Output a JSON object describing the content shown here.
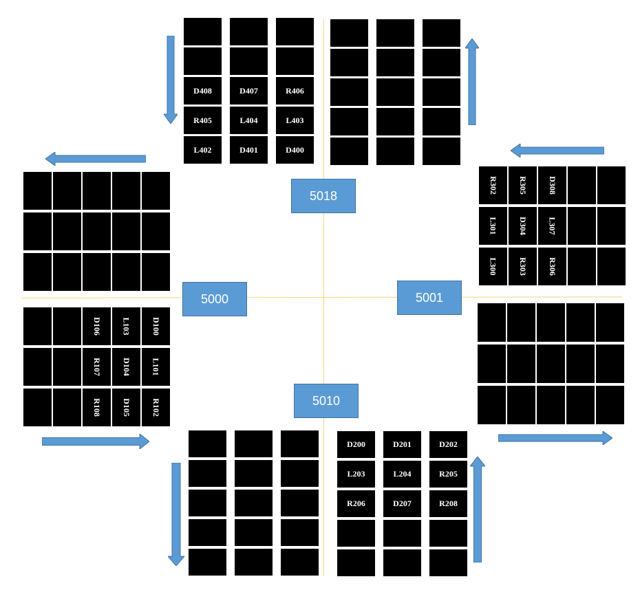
{
  "colors": {
    "cell": "#000000",
    "cell_text": "#ffffff",
    "node_fill": "#5b9bd5",
    "node_border": "#41719c",
    "axis_line": "#f7d37a",
    "arrow_fill": "#5b9bd5",
    "arrow_stroke": "#41719c"
  },
  "nodes": {
    "north": "5018",
    "west": "5000",
    "east": "5001",
    "south": "5010"
  },
  "blocks": {
    "north_left": {
      "labels": [
        [
          "",
          "",
          ""
        ],
        [
          "",
          "",
          ""
        ],
        [
          "D408",
          "D407",
          "R406"
        ],
        [
          "R405",
          "L404",
          "L403"
        ],
        [
          "L402",
          "D401",
          "D400"
        ]
      ]
    },
    "north_right": {
      "labels": [
        [
          "",
          "",
          ""
        ],
        [
          "",
          "",
          ""
        ],
        [
          "",
          "",
          ""
        ],
        [
          "",
          "",
          ""
        ],
        [
          "",
          "",
          ""
        ]
      ]
    },
    "east_top": {
      "labels": [
        [
          "R302",
          "R305",
          "D308",
          "",
          ""
        ],
        [
          "L301",
          "D304",
          "L307",
          "",
          ""
        ],
        [
          "L300",
          "R303",
          "R306",
          "",
          ""
        ]
      ]
    },
    "east_bottom": {
      "labels": [
        [
          "",
          "",
          "",
          "",
          ""
        ],
        [
          "",
          "",
          "",
          "",
          ""
        ],
        [
          "",
          "",
          "",
          "",
          ""
        ]
      ]
    },
    "west_top": {
      "labels": [
        [
          "",
          "",
          "",
          "",
          ""
        ],
        [
          "",
          "",
          "",
          "",
          ""
        ],
        [
          "",
          "",
          "",
          "",
          ""
        ]
      ]
    },
    "west_bottom": {
      "labels": [
        [
          "",
          "",
          "D106",
          "L103",
          "D100"
        ],
        [
          "",
          "",
          "R107",
          "D104",
          "L101"
        ],
        [
          "",
          "",
          "R108",
          "D105",
          "R102"
        ]
      ]
    },
    "south_left": {
      "labels": [
        [
          "",
          "",
          ""
        ],
        [
          "",
          "",
          ""
        ],
        [
          "",
          "",
          ""
        ],
        [
          "",
          "",
          ""
        ],
        [
          "",
          "",
          ""
        ]
      ]
    },
    "south_right": {
      "labels": [
        [
          "D200",
          "D201",
          "D202"
        ],
        [
          "L203",
          "L204",
          "R205"
        ],
        [
          "R206",
          "D207",
          "R208"
        ],
        [
          "",
          "",
          ""
        ],
        [
          "",
          "",
          ""
        ]
      ]
    }
  },
  "arrows": {
    "north_left": "down",
    "north_right": "up",
    "east_top": "left",
    "east_bottom": "right",
    "west_top": "left",
    "west_bottom": "right",
    "south_left": "down",
    "south_right": "up"
  }
}
